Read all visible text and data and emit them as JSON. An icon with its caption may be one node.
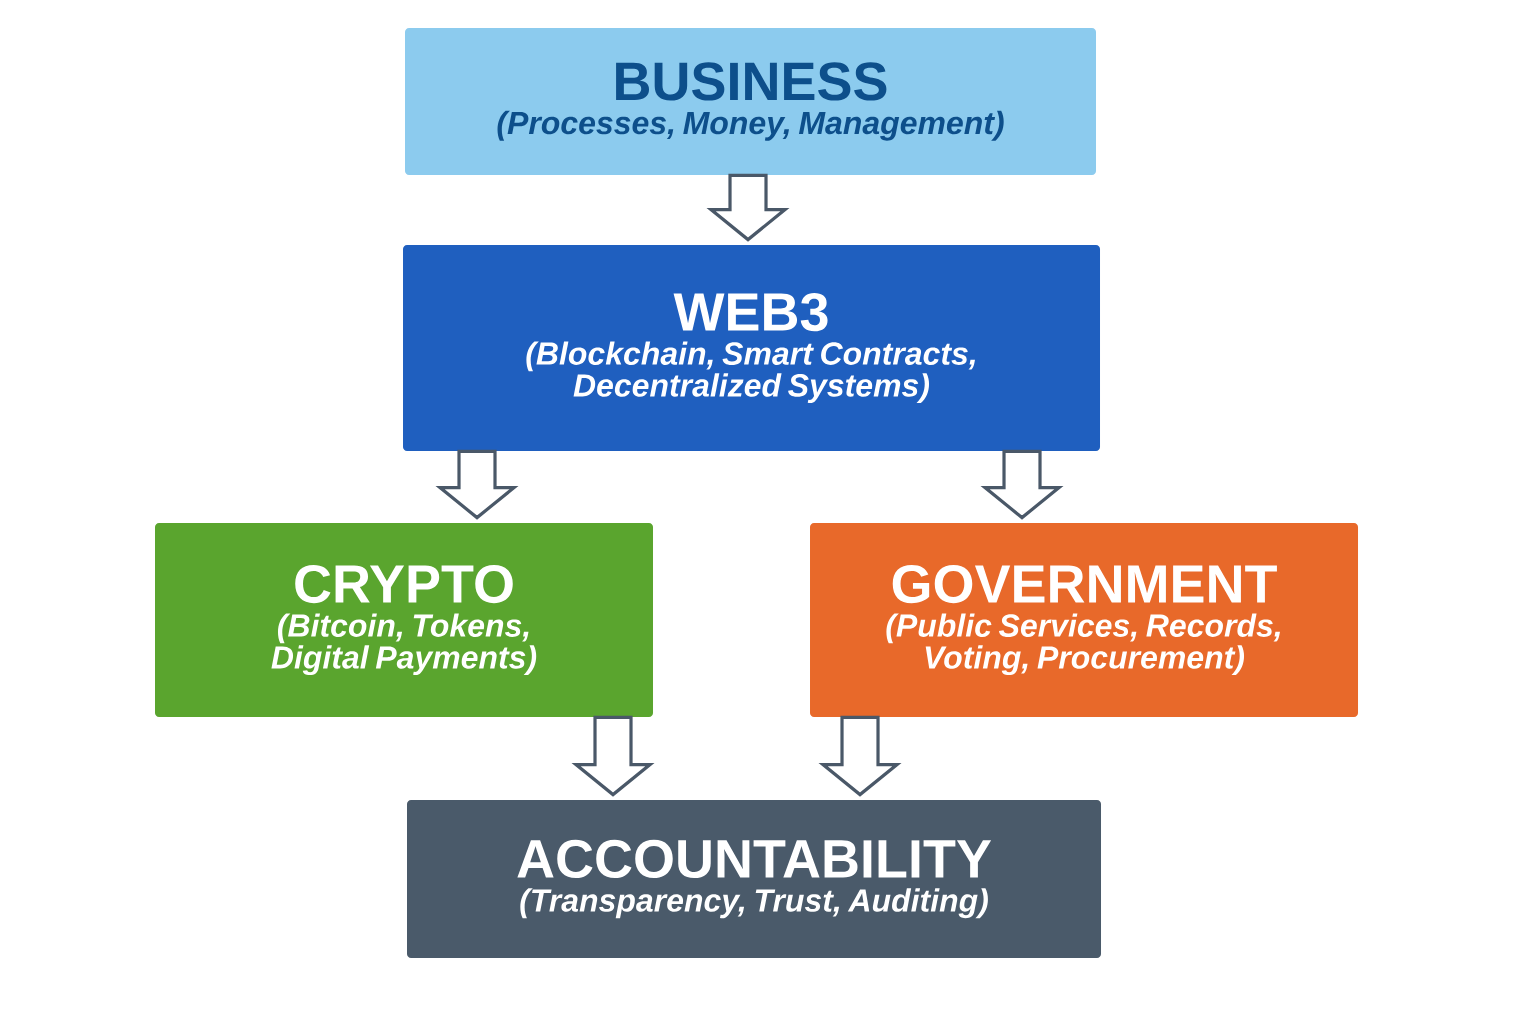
{
  "diagram": {
    "nodes": [
      {
        "text": [
          "BUSINESS",
          "(Processes, Money, Management)"
        ]
      },
      {
        "text": [
          "WEB3",
          "(Blockchain, Smart Contracts, Decentralized Systems)"
        ]
      },
      {
        "text": [
          "CRYPTO",
          "(Bitcoin, Tokens, Digital Payments)"
        ]
      },
      {
        "text": [
          "GOVERNMENT",
          "(Public Services, Records, Voting, Procurement)"
        ]
      },
      {
        "text": [
          "ACCOUNTABILITY",
          "(Transparency, Trust, Auditing)"
        ]
      }
    ],
    "edges": [
      {
        "from": 0,
        "to": 1,
        "arrow": "to"
      },
      {
        "from": 1,
        "to": 2,
        "arrow": "to"
      },
      {
        "from": 1,
        "to": 3,
        "arrow": "to"
      },
      {
        "from": 2,
        "to": 4,
        "arrow": "to"
      },
      {
        "from": 3,
        "to": 4,
        "arrow": "to"
      }
    ]
  }
}
